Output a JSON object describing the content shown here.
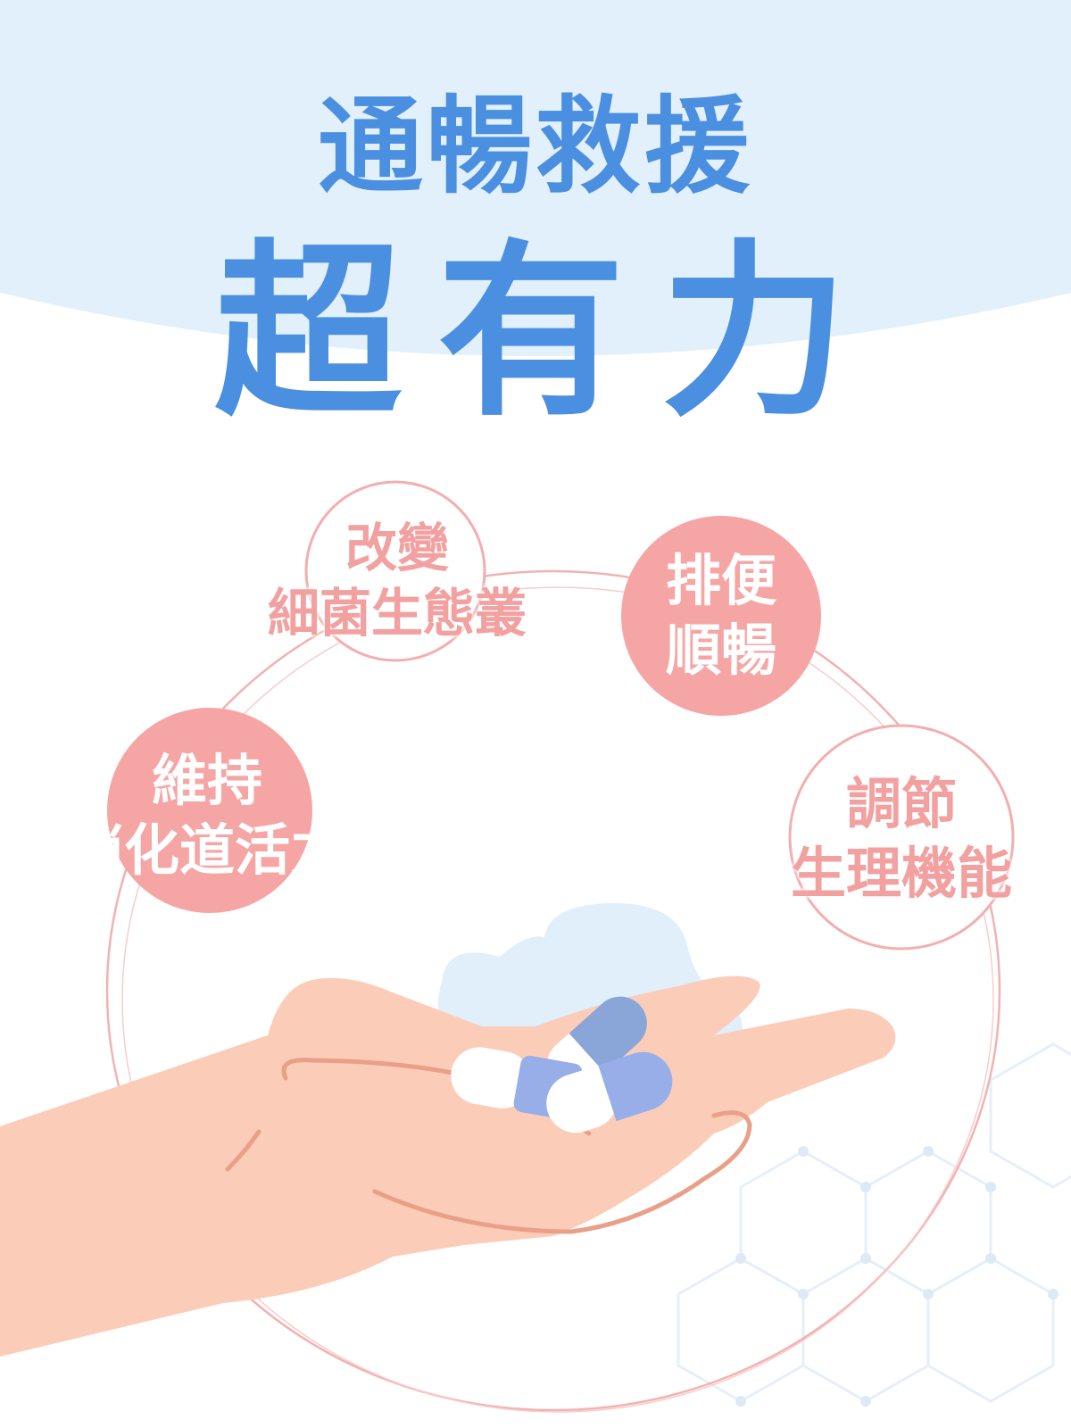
{
  "title": {
    "line1": "通暢救援",
    "line2": "超有力"
  },
  "benefits": {
    "top_left": {
      "line1": "改變",
      "line2": "細菌生態叢"
    },
    "top_right": {
      "line1": "排便",
      "line2": "順暢"
    },
    "mid_left": {
      "line1": "維持",
      "line2": "消化道活力"
    },
    "mid_right": {
      "line1": "調節",
      "line2": "生理機能"
    }
  },
  "colors": {
    "title_blue": "#4a8fe0",
    "top_band": "#e2f0fb",
    "coral": "#f6a5a5",
    "ring": "#f3b2b2",
    "hand": "#fbcdb8",
    "capsule_blue": "#97aee8"
  }
}
